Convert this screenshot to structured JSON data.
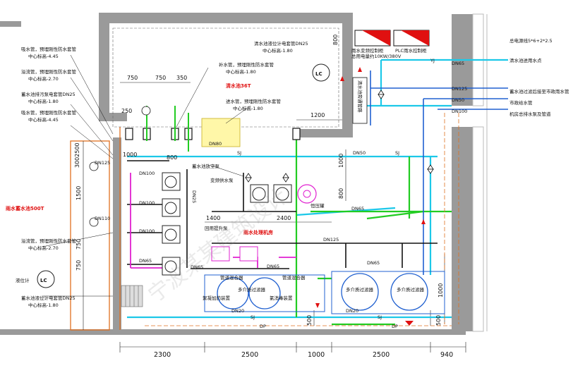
{
  "rooms": {
    "rainwater_tank": "雨水蓄水池500T",
    "clear_tank": "清水池36T",
    "treatment_room": "雨水处理机房"
  },
  "left_notes": [
    {
      "line1": "吸水管，预埋刚性防水套管",
      "line2": "中心标高-4.45"
    },
    {
      "line1": "溢流管，预埋刚性防水套管",
      "line2": "中心标高-2.70"
    },
    {
      "line1": "蓄水池排污泵电套管DN25",
      "line2": "中心标高-1.80"
    },
    {
      "line1": "吸水管，预埋刚性防水套管",
      "line2": "中心标高-4.45"
    },
    {
      "line1": "溢流管，预埋刚性防水套管",
      "line2": "中心标高-2.70"
    },
    {
      "line1": "液位计",
      "line2": ""
    },
    {
      "line1": "蓄水池液位计电套管DN25",
      "line2": "中心标高-1.80"
    }
  ],
  "top_notes": {
    "level_conduit": {
      "line1": "清水池液位计电套管DN25",
      "line2": "中心标高-1.80"
    },
    "makeup_pipe": {
      "line1": "补水管，预埋刚性防水套管",
      "line2": "中心标高-1.80"
    },
    "inlet_pipe": {
      "line1": "进水管，预埋刚性防水套管",
      "line2": "中心标高-1.80"
    }
  },
  "control_panels": {
    "panel_a": "雨水变频控制柜",
    "panel_b": "PLC雨水控制柜",
    "panel_text": "总用电量约10KW/380V",
    "bypass": "清水池旁通管路"
  },
  "right_notes": [
    "总电源线5*6+2*2.5",
    "清水池进用水点",
    "蓄水池过滤后接至市政雨水管",
    "市政给水管",
    "机房总排水泵及管道"
  ],
  "equipment": {
    "tank_vent": "蓄水池放空泵",
    "vfd_pump": "变频供水泵",
    "pressure_tank": "恒压罐",
    "lift_pump": "回用提升泵",
    "mixer_1": "管道混合器",
    "mixer_2": "管道混合器",
    "doser_1": "絮凝加药装置",
    "doser_2": "氯消毒装置",
    "filter_1": "多介质过滤器",
    "filter_2": "多介质过滤器",
    "filter_3": "多介质过滤器",
    "filter_4": "多介质过滤器",
    "lc_symbol": "LC"
  },
  "pipe_labels": {
    "sj": "SJ",
    "yj": "YJ",
    "dp": "DP",
    "dn80": "DN80",
    "dn50": "DN50",
    "dn100": "DN100",
    "dn125": "DN125",
    "dn65": "DN65",
    "dn110": "DN110",
    "dn20": "DN20",
    "dn25": "DN25"
  },
  "dimensions": {
    "top_750a": "750",
    "top_750b": "750",
    "top_350": "350",
    "top_250": "250",
    "top_1000": "1000",
    "top_800": "800",
    "top_1200": "1200",
    "mid_1400": "1400",
    "mid_2400": "2400",
    "v_800": "800",
    "v_1000": "1000",
    "v_800b": "800",
    "left_1500": "1500",
    "left_750a": "750",
    "left_750b": "750",
    "left_3002500": "3002500",
    "v_500a": "500",
    "v_500b": "500",
    "v_1000b": "1000",
    "bot_2300": "2300",
    "bot_2500a": "2500",
    "bot_1000": "1000",
    "bot_2500b": "2500",
    "bot_940": "940"
  },
  "watermark": "宁波某某建筑设计"
}
